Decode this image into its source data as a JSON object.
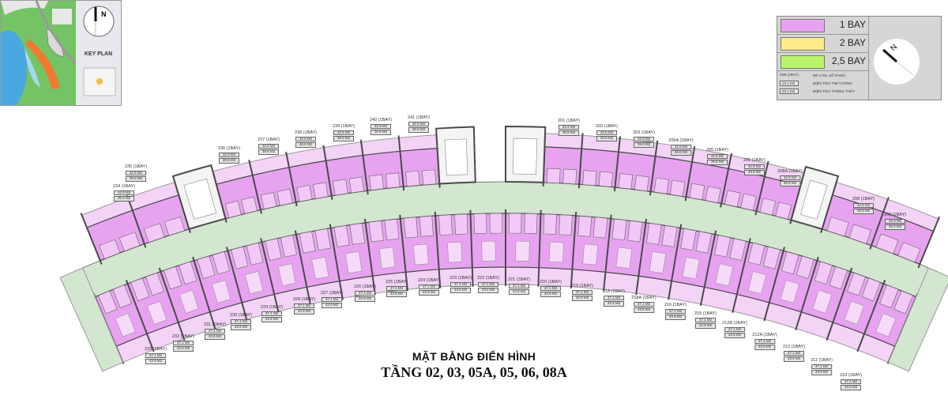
{
  "title": {
    "line1": "MẶT BẰNG ĐIỂN HÌNH",
    "line2": "TẦNG 02, 03, 05A, 05, 06, 08A"
  },
  "key_plan": {
    "label": "KEY PLAN",
    "north": "N"
  },
  "legend": {
    "items": [
      {
        "label": "1 BAY",
        "color": "#e7a3f0"
      },
      {
        "label": "2 BAY",
        "color": "#fdeb8a"
      },
      {
        "label": "2,5 BAY",
        "color": "#b8f56a"
      }
    ],
    "note": {
      "example_unit": "G06 (1BAY)",
      "example_unit_desc": "MÃ CĂN, SỐ P.NGỦ",
      "example_area1": "49.4 M2",
      "example_area1_desc": "DIỆN TÍCH TIM TƯỜNG",
      "example_area2": "45.4 M2",
      "example_area2_desc": "DIỆN TÍCH THÔNG THỦY"
    },
    "north": "N"
  },
  "colors": {
    "unit_1bay": "#e7a3f0",
    "balcony": "#f3d3f6",
    "corridor": "#d3e6d0",
    "wall": "#4a4a4a"
  },
  "units_top": [
    {
      "name": "234 (1BAY)",
      "a1": "42.9 M2",
      "a2": "39.3 M2"
    },
    {
      "name": "235 (1BAY)",
      "a1": "42.9 M2",
      "a2": "39.8 M2"
    },
    {
      "name": "236 (1BAY)",
      "a1": "42.9 M2",
      "a2": "39.8 M2"
    },
    {
      "name": "237 (1BAY)",
      "a1": "42.9 M2",
      "a2": "39.8 M2"
    },
    {
      "name": "238 (1BAY)",
      "a1": "42.9 M2",
      "a2": "39.8 M2"
    },
    {
      "name": "239 (1BAY)",
      "a1": "42.9 M2",
      "a2": "39.8 M2"
    },
    {
      "name": "240 (1BAY)",
      "a1": "42.9 M2",
      "a2": "39.8 M2"
    },
    {
      "name": "241 (1BAY)",
      "a1": "42.9 M2",
      "a2": "39.8 M2"
    },
    {
      "name": "201 (1BAY)",
      "a1": "42.9 M2",
      "a2": "39.8 M2"
    },
    {
      "name": "202 (1BAY)",
      "a1": "42.9 M2",
      "a2": "39.8 M2"
    },
    {
      "name": "203 (1BAY)",
      "a1": "42.9 M2",
      "a2": "39.8 M2"
    },
    {
      "name": "205A (1BAY)",
      "a1": "42.9 M2",
      "a2": "39.8 M2"
    },
    {
      "name": "205 (1BAY)",
      "a1": "42.9 M2",
      "a2": "39.8 M2"
    },
    {
      "name": "206 (1BAY)",
      "a1": "42.9 M2",
      "a2": "39.8 M2"
    },
    {
      "name": "208A (1BAY)",
      "a1": "42.9 M2",
      "a2": "39.8 M2"
    },
    {
      "name": "208 (1BAY)",
      "a1": "42.9 M2",
      "a2": "39.8 M2"
    },
    {
      "name": "209 (1BAY)",
      "a1": "42.9 M2",
      "a2": "39.3 M2"
    }
  ],
  "units_bottom": [
    {
      "name": "233 (1BAY)",
      "a1": "47.1 M2",
      "a2": "43.9 M2"
    },
    {
      "name": "232 (1BAY)",
      "a1": "47.1 M2",
      "a2": "43.9 M2"
    },
    {
      "name": "231 (1BAY)",
      "a1": "47.1 M2",
      "a2": "43.9 M2"
    },
    {
      "name": "230 (1BAY)",
      "a1": "47.1 M2",
      "a2": "43.9 M2"
    },
    {
      "name": "229 (1BAY)",
      "a1": "47.1 M2",
      "a2": "43.9 M2"
    },
    {
      "name": "228 (1BAY)",
      "a1": "47.1 M2",
      "a2": "43.9 M2"
    },
    {
      "name": "227 (1BAY)",
      "a1": "47.1 M2",
      "a2": "43.9 M2"
    },
    {
      "name": "226 (1BAY)",
      "a1": "47.1 M2",
      "a2": "43.9 M2"
    },
    {
      "name": "225 (1BAY)",
      "a1": "47.1 M2",
      "a2": "43.9 M2"
    },
    {
      "name": "224 (1BAY)",
      "a1": "47.1 M2",
      "a2": "43.9 M2"
    },
    {
      "name": "223 (1BAY)",
      "a1": "47.1 M2",
      "a2": "43.9 M2"
    },
    {
      "name": "222 (1BAY)",
      "a1": "47.1 M2",
      "a2": "43.6 M2"
    },
    {
      "name": "221 (1BAY)",
      "a1": "47.1 M2",
      "a2": "43.8 M2"
    },
    {
      "name": "220 (1BAY)",
      "a1": "47.1 M2",
      "a2": "43.9 M2"
    },
    {
      "name": "219 (1BAY)",
      "a1": "47.1 M2",
      "a2": "43.9 M2"
    },
    {
      "name": "218 (1BAY)",
      "a1": "47.1 M2",
      "a2": "43.9 M2"
    },
    {
      "name": "218A (1BAY)",
      "a1": "47.1 M2",
      "a2": "43.9 M2"
    },
    {
      "name": "216 (1BAY)",
      "a1": "47.1 M2",
      "a2": "43.9 M2"
    },
    {
      "name": "215 (1BAY)",
      "a1": "47.1 M2",
      "a2": "43.9 M2"
    },
    {
      "name": "212B (1BAY)",
      "a1": "47.1 M2",
      "a2": "43.9 M2"
    },
    {
      "name": "212A (1BAY)",
      "a1": "47.1 M2",
      "a2": "43.9 M2"
    },
    {
      "name": "212 (1BAY)",
      "a1": "47.1 M2",
      "a2": "43.9 M2"
    },
    {
      "name": "211 (1BAY)",
      "a1": "47.1 M2",
      "a2": "43.9 M2"
    },
    {
      "name": "210 (1BAY)",
      "a1": "47.1 M2",
      "a2": "43.9 M2"
    }
  ]
}
